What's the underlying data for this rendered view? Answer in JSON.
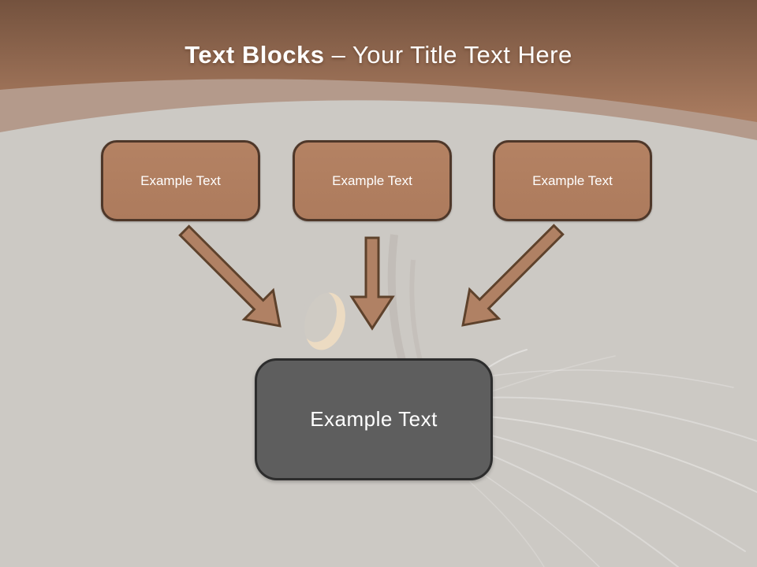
{
  "slide": {
    "title": {
      "bold": "Text Blocks",
      "rest": " – Your Title Text Here"
    }
  },
  "blocks": {
    "sources": [
      {
        "label": "Example Text"
      },
      {
        "label": "Example Text"
      },
      {
        "label": "Example Text"
      }
    ],
    "target": {
      "label": "Example Text"
    }
  },
  "icons": [
    "arrow-down-right-icon",
    "arrow-down-icon",
    "arrow-down-left-icon"
  ],
  "colors": {
    "header_top": "#74523e",
    "header_bottom": "#a97b5f",
    "band": "#b49a8b",
    "bg": "#ccc9c4",
    "box_fill": "#ad7b5d",
    "box_border": "#4e3729",
    "arrow_fill": "#b08164",
    "arrow_outline": "#5e422c",
    "target_fill": "#5e5e5e",
    "target_border": "#2d2d2d",
    "title_color": "#ffffff",
    "text_color": "#ffffff"
  }
}
